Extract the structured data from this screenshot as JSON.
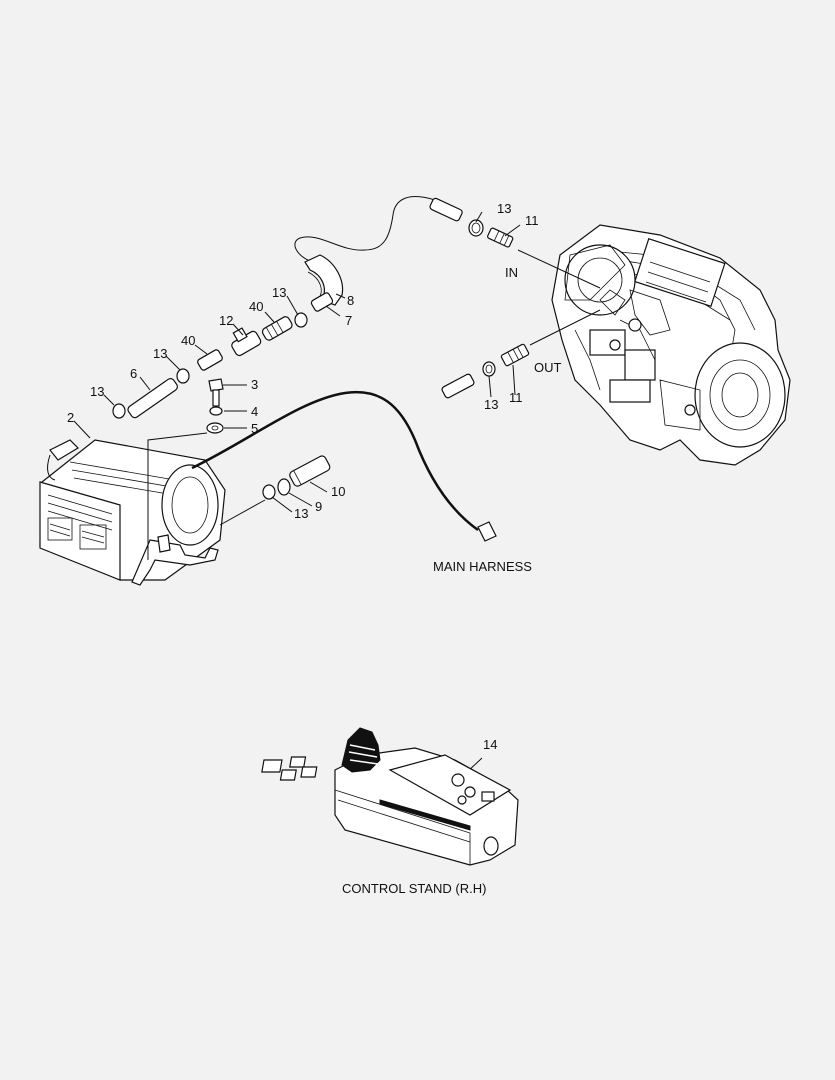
{
  "callouts": {
    "c2": "2",
    "c3": "3",
    "c4": "4",
    "c5": "5",
    "c6": "6",
    "c7": "7",
    "c8": "8",
    "c9": "9",
    "c10": "10",
    "c11_top": "11",
    "c11_bot": "11",
    "c12": "12",
    "c13_a": "13",
    "c13_b": "13",
    "c13_c": "13",
    "c13_d": "13",
    "c13_e": "13",
    "c13_f": "13",
    "c14": "14",
    "c40_a": "40",
    "c40_b": "40"
  },
  "labels": {
    "in": "IN",
    "out": "OUT",
    "main_harness": "MAIN HARNESS",
    "control_stand": "CONTROL STAND (R.H)"
  }
}
